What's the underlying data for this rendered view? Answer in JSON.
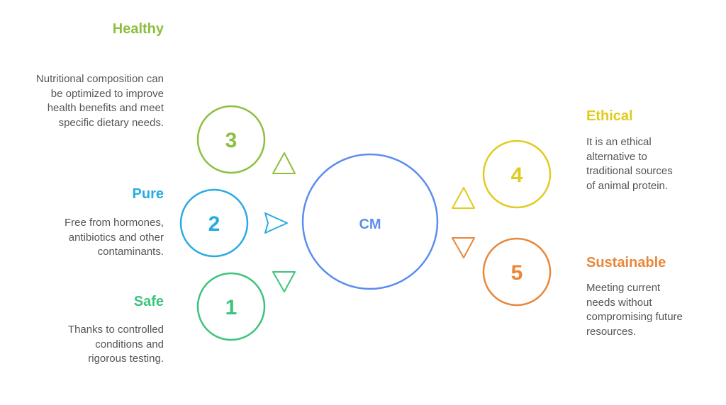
{
  "center": {
    "label": "CM",
    "color": "#5B8DEF"
  },
  "items": [
    {
      "num": "1",
      "title": "Safe",
      "color": "#3CC47C",
      "lines": [
        "Thanks to controlled",
        "conditions and",
        "rigorous testing."
      ]
    },
    {
      "num": "2",
      "title": "Pure",
      "color": "#29ABE2",
      "lines": [
        "Free from hormones,",
        "antibiotics and other",
        "contaminants."
      ]
    },
    {
      "num": "3",
      "title": "Healthy",
      "color": "#8DBF3F",
      "lines": [
        "Nutritional composition can",
        "be optimized to improve",
        "health benefits and meet",
        "specific dietary needs."
      ]
    },
    {
      "num": "4",
      "title": "Ethical",
      "color": "#E0CB1F",
      "lines": [
        "It is an ethical",
        "alternative to",
        "traditional sources",
        "of animal protein."
      ]
    },
    {
      "num": "5",
      "title": "Sustainable",
      "color": "#E8873A",
      "lines": [
        "Meeting current",
        "needs without",
        "compromising future",
        "resources."
      ]
    }
  ]
}
